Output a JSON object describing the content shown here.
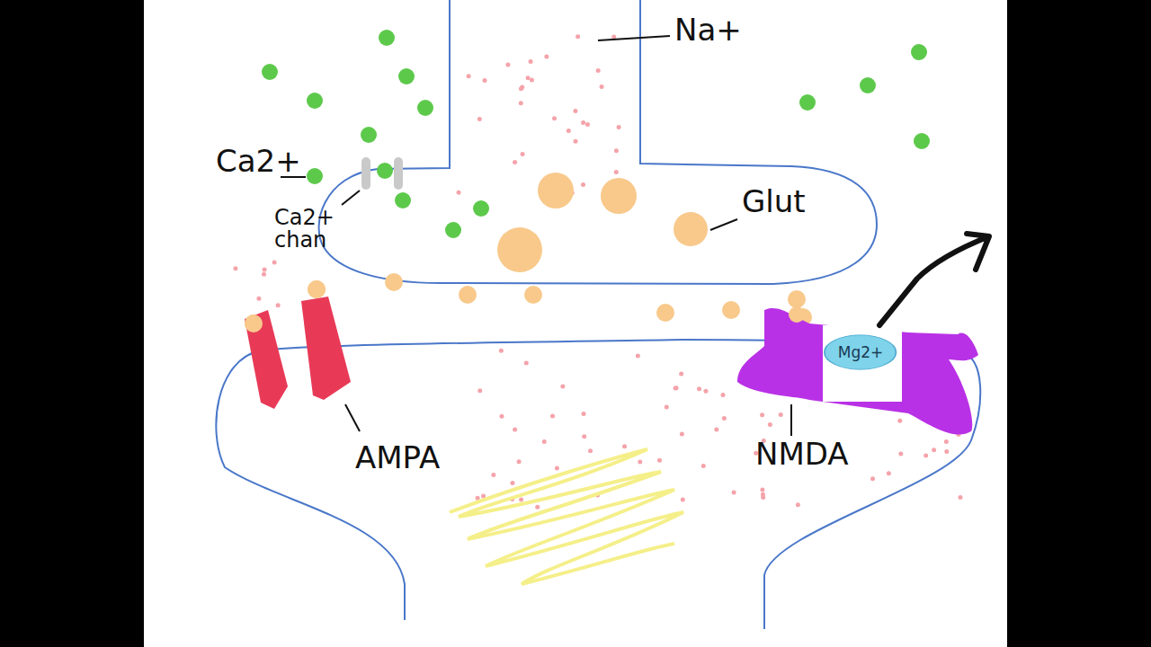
{
  "diagram": {
    "nodes": [
      {
        "text": [
          "Mg2+"
        ]
      }
    ],
    "labels": [
      "Na+",
      "Ca2+",
      "Ca2+ chan",
      "Glut",
      "AMPA",
      "NMDA"
    ]
  }
}
